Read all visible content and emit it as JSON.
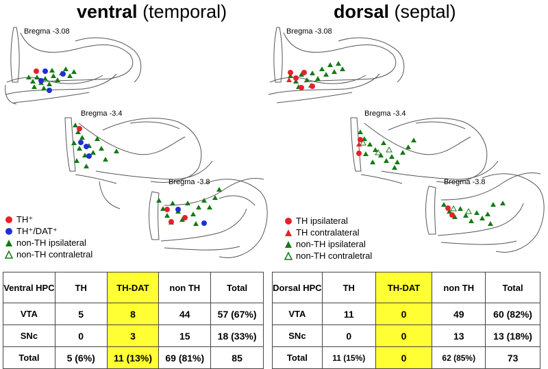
{
  "left": {
    "title_bold": "ventral",
    "title_rest": "(temporal)",
    "bregma": [
      "Bregma -3.08",
      "Bregma -3.4",
      "Bregma -3.8"
    ],
    "legend": [
      {
        "label": "TH⁺",
        "icon": "red-circle"
      },
      {
        "label": "TH⁺/DAT⁺",
        "icon": "blue-circle"
      },
      {
        "label": "non-TH ipsilateral",
        "icon": "filled-green-triangle"
      },
      {
        "label": "non-TH contraletral",
        "icon": "open-green-triangle"
      }
    ],
    "table": {
      "header": [
        "Ventral HPC",
        "TH",
        "TH-DAT",
        "non TH",
        "Total"
      ],
      "rows": [
        [
          "VTA",
          "5",
          "8",
          "44",
          "57 (67%)"
        ],
        [
          "SNc",
          "0",
          "3",
          "15",
          "18 (33%)"
        ],
        [
          "Total",
          "5 (6%)",
          "11 (13%)",
          "69 (81%)",
          "85"
        ]
      ]
    }
  },
  "right": {
    "title_bold": "dorsal",
    "title_rest": "(septal)",
    "bregma": [
      "Bregma -3.08",
      "Bregma -3.4",
      "Bregma -3.8"
    ],
    "legend": [
      {
        "label": "TH ipsilateral",
        "icon": "red-circle"
      },
      {
        "label": "TH contralateral",
        "icon": "red-triangle"
      },
      {
        "label": "non-TH ipsilateral",
        "icon": "filled-green-triangle"
      },
      {
        "label": "non-TH contraletral",
        "icon": "open-green-triangle"
      }
    ],
    "table": {
      "header": [
        "Dorsal HPC",
        "TH",
        "TH-DAT",
        "non TH",
        "Total"
      ],
      "rows": [
        [
          "VTA",
          "11",
          "0",
          "49",
          "60 (82%)"
        ],
        [
          "SNc",
          "0",
          "0",
          "13",
          "13 (18%)"
        ],
        [
          "Total",
          "11 (15%)",
          "0",
          "62 (85%)",
          "73"
        ]
      ]
    }
  },
  "colors": {
    "th": "#e8202a",
    "thdat": "#1f2fd6",
    "nonth": "#137a13",
    "highlight": "#ffff33",
    "outline": "#555555"
  }
}
